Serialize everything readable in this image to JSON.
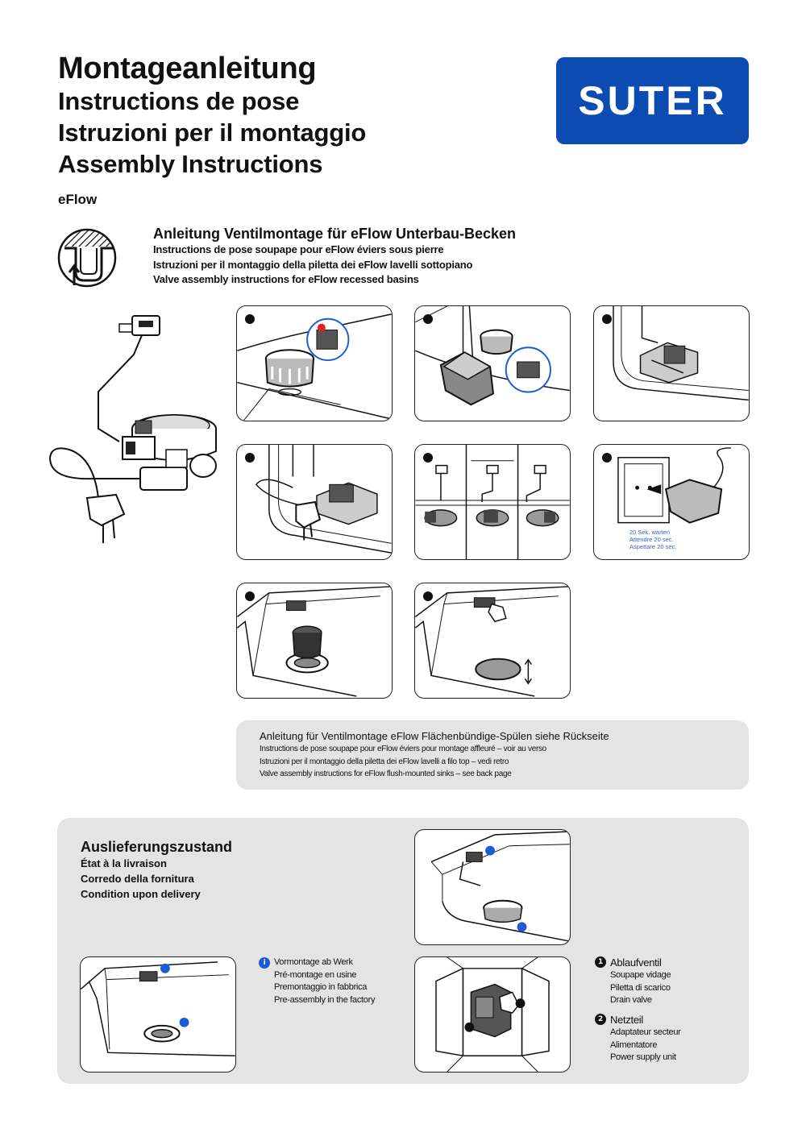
{
  "header": {
    "title_de": "Montageanleitung",
    "title_fr": "Instructions de pose",
    "title_it": "Istruzioni per il montaggio",
    "title_en": "Assembly Instructions",
    "product": "eFlow",
    "brand": "SUTER",
    "brand_color": "#0b4bb2"
  },
  "section": {
    "title_de": "Anleitung Ventilmontage für eFlow Unterbau-Becken",
    "title_fr": "Instructions de pose soupape pour eFlow éviers sous pierre",
    "title_it": "Istruzioni per il montaggio della piletta dei eFlow lavelli sottopiano",
    "title_en": "Valve assembly instructions for eFlow recessed basins",
    "icon": "recessed-basin-icon"
  },
  "steps": {
    "wait_de": "20 Sek. warten",
    "wait_fr": "Attendre 20 sec.",
    "wait_it": "Aspettare 20 sec."
  },
  "flush_note": {
    "de": "Anleitung für Ventilmontage eFlow Flächenbündige-Spülen siehe Rückseite",
    "fr": "Instructions de pose soupape pour eFlow éviers pour montage affleuré – voir au verso",
    "it": "Istruzioni per il montaggio della piletta dei eFlow lavelli a filo top – vedi retro",
    "en": "Valve assembly instructions for eFlow flush-mounted sinks – see back page"
  },
  "delivery": {
    "title_de": "Auslieferungszustand",
    "title_fr": "État à la livraison",
    "title_it": "Corredo della fornitura",
    "title_en": "Condition upon delivery",
    "info_marker": "i",
    "preassembly": {
      "de": "Vormontage ab Werk",
      "fr": "Pré-montage en usine",
      "it": "Premontaggio in fabbrica",
      "en": "Pre-assembly in the factory"
    },
    "item1": {
      "marker": "1",
      "de": "Ablaufventil",
      "fr": "Soupape vidage",
      "it": "Piletta di scarico",
      "en": "Drain valve"
    },
    "item2": {
      "marker": "2",
      "de": "Netzteil",
      "fr": "Adaptateur secteur",
      "it": "Alimentatore",
      "en": "Power supply unit"
    },
    "accent_color": "#1d5ad6"
  }
}
